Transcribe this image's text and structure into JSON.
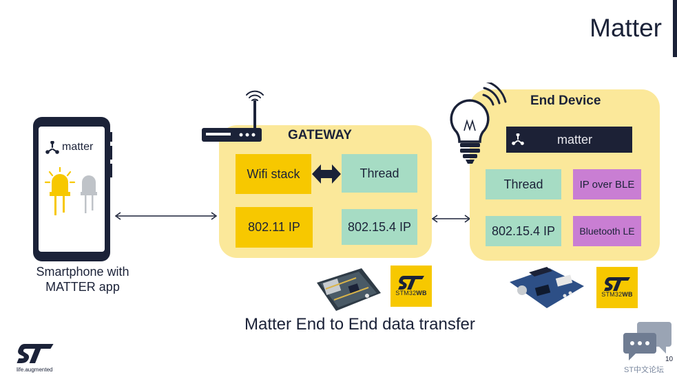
{
  "header": {
    "title": "Matter"
  },
  "phone": {
    "app_logo_text": "matter",
    "caption_line1": "Smartphone with",
    "caption_line2": "MATTER app"
  },
  "gateway": {
    "title": "GATEWAY",
    "boxes": {
      "wifi_stack": "Wifi stack",
      "thread": "Thread",
      "ip_80211": "802.11 IP",
      "ip_802154": "802.15.4 IP"
    }
  },
  "end_device": {
    "title": "End Device",
    "banner_text": "matter",
    "boxes": {
      "thread": "Thread",
      "ip_over_ble": "IP over BLE",
      "ip_802154": "802.15.4 IP",
      "bluetooth_le": "Bluetooth LE"
    }
  },
  "badges": {
    "stm32_prefix": "STM32",
    "stm32_suffix": "WB"
  },
  "footer": {
    "caption": "Matter End to End data transfer",
    "page_number": "10",
    "watermark": "ST中文论坛",
    "tagline": "life.augmented"
  },
  "colors": {
    "panel": "#fbe89a",
    "yellow": "#f7c800",
    "green": "#a6dcc4",
    "purple": "#c97ed3",
    "navy": "#1b2238"
  },
  "icons": [
    "router-icon",
    "wifi-signal-icon",
    "bidirectional-arrow-icon",
    "lightbulb-icon",
    "led-icon",
    "st-logo",
    "matter-logo-icon",
    "chat-bubble-icon",
    "dev-board-image"
  ]
}
